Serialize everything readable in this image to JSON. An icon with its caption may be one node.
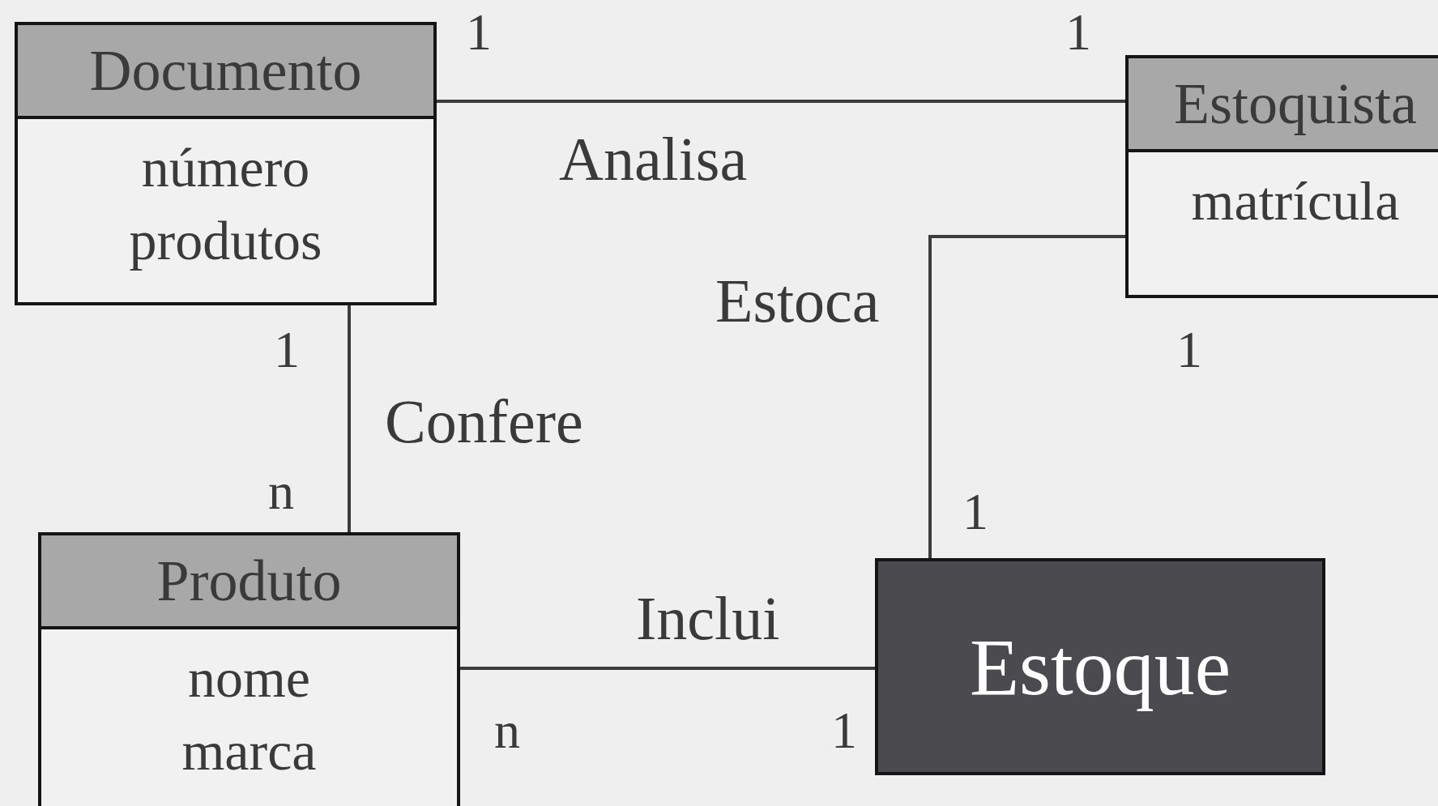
{
  "diagram": {
    "nodes": [
      {
        "text": [
          "Documento",
          "número",
          "produtos"
        ]
      },
      {
        "text": [
          "Estoquista",
          "matrícula"
        ]
      },
      {
        "text": [
          "Produto",
          "nome",
          "marca"
        ]
      },
      {
        "text": [
          "Estoque"
        ]
      }
    ],
    "edges": [
      {
        "from": 0,
        "to": 1,
        "arrow": "none",
        "label": "Analisa"
      },
      {
        "from": 0,
        "to": 2,
        "arrow": "none",
        "label": "Confere"
      },
      {
        "from": 1,
        "to": 3,
        "arrow": "none",
        "label": "Estoca"
      },
      {
        "from": 2,
        "to": 3,
        "arrow": "none",
        "label": "Inclui"
      }
    ],
    "labels": [
      "1",
      "1",
      "1",
      "1",
      "n",
      "1",
      "n",
      "1"
    ]
  }
}
